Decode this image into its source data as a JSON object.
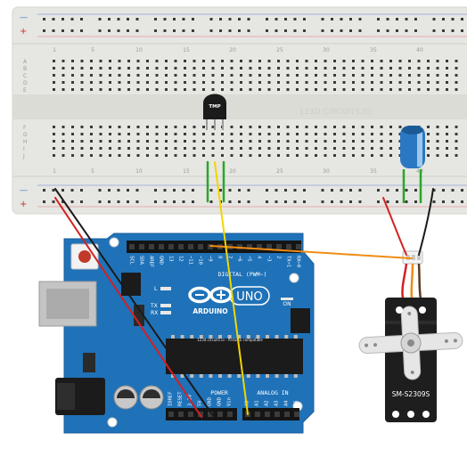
{
  "breadboard": {
    "watermark": "123D CIRCUITS.IO",
    "rail_minus": "—",
    "rail_plus": "+",
    "row_letters_top": [
      "A",
      "B",
      "C",
      "D",
      "E"
    ],
    "row_letters_bottom": [
      "F",
      "G",
      "H",
      "I",
      "J"
    ],
    "column_numbers": [
      "1",
      "5",
      "10",
      "15",
      "20",
      "25",
      "30",
      "35",
      "40"
    ]
  },
  "sensor": {
    "label": "TMP"
  },
  "servo": {
    "label": "SM-S2309S"
  },
  "arduino": {
    "logo_text": "ARDUINO",
    "model": "UNO",
    "digital_label": "DIGITAL (PWM~)",
    "analog_label": "ANALOG IN",
    "power_label": "POWER",
    "site_text": "123d.circuits.io - Arduino compatible",
    "on_label": "ON",
    "led_l": "L",
    "led_tx": "TX",
    "led_rx": "RX",
    "digital_pins": [
      "SCL",
      "SDA",
      "AREF",
      "GND",
      "13",
      "12",
      "~11",
      "~10",
      "~9",
      "8",
      "7",
      "~6",
      "~5",
      "4",
      "~3",
      "2",
      "TX→1",
      "RX←0"
    ],
    "power_pins": [
      "IOREF",
      "RESET",
      "3.3V",
      "5V",
      "GND",
      "GND",
      "Vin"
    ],
    "analog_pins": [
      "A0",
      "A1",
      "A2",
      "A3",
      "A4",
      "A5"
    ]
  },
  "colors": {
    "board_blue": "#1f72b8",
    "breadboard": "#e6e6e2",
    "wire_red": "#d42020",
    "wire_black": "#1a1a1a",
    "wire_orange": "#f08c14",
    "wire_yellow": "#f2d600",
    "wire_green": "#2aa52a",
    "capacitor_blue": "#2a78c2"
  }
}
